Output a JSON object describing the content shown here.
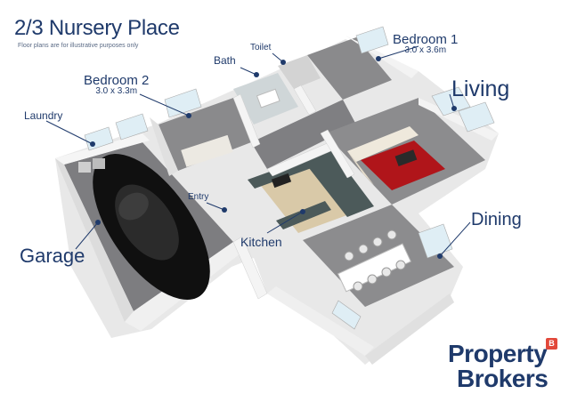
{
  "header": {
    "title": "2/3 Nursery Place",
    "subtitle": "Floor plans are for illustrative purposes only"
  },
  "rooms": {
    "bedroom1": {
      "name": "Bedroom 1",
      "dims": "3.0 x 3.6m"
    },
    "bedroom2": {
      "name": "Bedroom 2",
      "dims": "3.0 x 3.3m"
    },
    "toilet": "Toilet",
    "bath": "Bath",
    "laundry": "Laundry",
    "living": "Living",
    "dining": "Dining",
    "kitchen": "Kitchen",
    "entry": "Entry",
    "garage": "Garage"
  },
  "brand": {
    "line1": "Property",
    "line2": "Brokers",
    "badge": "B",
    "color": "#1f3a6b",
    "badge_color": "#e2483a"
  },
  "colors": {
    "carpet": "#8a8a8c",
    "walls": "#f2f2f2",
    "wall_shadow": "#c9c9c9",
    "rug": "#b0151a",
    "kitchen_floor": "#d9c9a8",
    "counter": "#4c5a5a",
    "car": "#111111"
  }
}
